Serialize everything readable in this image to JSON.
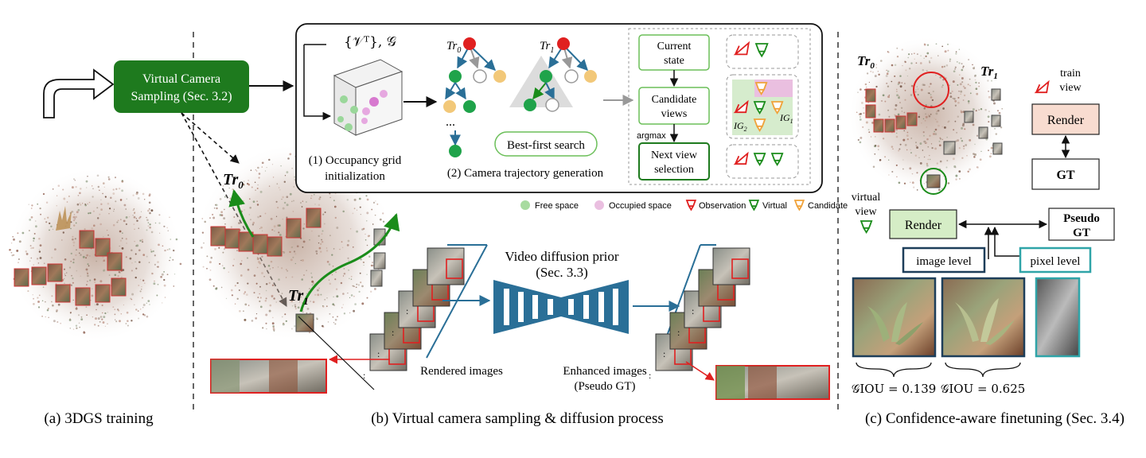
{
  "panel_a": {
    "caption": "(a) 3DGS training"
  },
  "panel_b": {
    "caption": "(b) Virtual camera sampling & diffusion process",
    "sampler_box": "Virtual Camera Sampling (Sec. 3.2)",
    "sampler_box_line1": "Virtual Camera",
    "sampler_box_line2": "Sampling (Sec. 3.2)",
    "set_label": "{𝒱ᵀ}, 𝒢",
    "occupancy_line1": "(1) Occupancy grid",
    "occupancy_line2": "initialization",
    "trajectory_label": "(2) Camera trajectory generation",
    "tr0": "Tr",
    "tr0_sub": "0",
    "tr1": "Tr",
    "tr1_sub": "1",
    "ellipsis": "...",
    "best_first": "Best-first search",
    "flow": {
      "current_line1": "Current",
      "current_line2": "state",
      "candidate_line1": "Candidate",
      "candidate_line2": "views",
      "argmax": "argmax",
      "next_line1": "Next view",
      "next_line2": "selection",
      "ig1": "IG",
      "ig1_sub": "1",
      "ig2": "IG",
      "ig2_sub": "2"
    },
    "legend": {
      "free": "Free space",
      "occupied": "Occupied space",
      "observation": "Observation",
      "virtual": "Virtual",
      "candidate": "Candidate"
    },
    "diffusion_line1": "Video diffusion prior",
    "diffusion_line2": "(Sec. 3.3)",
    "rendered": "Rendered images",
    "enhanced_line1": "Enhanced images",
    "enhanced_line2": "(Pseudo GT)"
  },
  "panel_c": {
    "caption": "(c) Confidence-aware finetuning (Sec. 3.4)",
    "tr0": "Tr",
    "tr0_sub": "0",
    "tr1": "Tr",
    "tr1_sub": "1",
    "train_view_line1": "train",
    "train_view_line2": "view",
    "render_top": "Render",
    "gt": "GT",
    "virtual_view_line1": "virtual",
    "virtual_view_line2": "view",
    "render_bottom": "Render",
    "pseudo_gt_line1": "Pseudo",
    "pseudo_gt_line2": "GT",
    "image_level": "image level",
    "pixel_level": "pixel level",
    "giou1": "𝒢IOU = 0.139",
    "giou2": "𝒢IOU = 0.625"
  },
  "colors": {
    "green_dark": "#1e7a1e",
    "green_node": "#1fa34a",
    "red_node": "#e02020",
    "yellow_node": "#f2c879",
    "blue_arrow": "#2a6f97",
    "render_fill": "#f8dcd0",
    "render2_fill": "#d5edc6",
    "teal": "#2fa4a8",
    "navy": "#1d3e5a"
  }
}
